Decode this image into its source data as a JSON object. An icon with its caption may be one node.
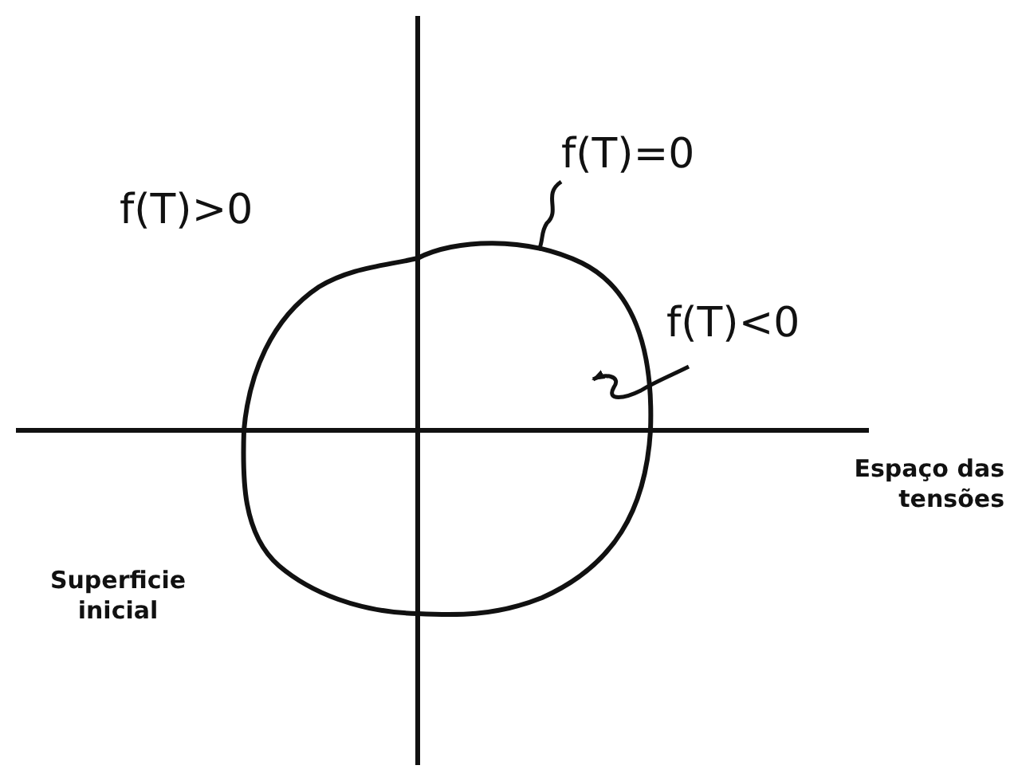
{
  "diagram": {
    "nodes": [
      {
        "text": [
          "f(T)=0"
        ]
      },
      {
        "text": [],
        "shape": "circle"
      },
      {
        "text": [
          "f(T)<0"
        ]
      }
    ],
    "edges": [
      {
        "from": 0,
        "to": 1,
        "arrow": "none"
      },
      {
        "from": 2,
        "to": 1,
        "arrow": "to"
      }
    ],
    "labels": [
      "f(T)>0",
      "Espaço das tensões",
      "Superficie inicial"
    ]
  }
}
